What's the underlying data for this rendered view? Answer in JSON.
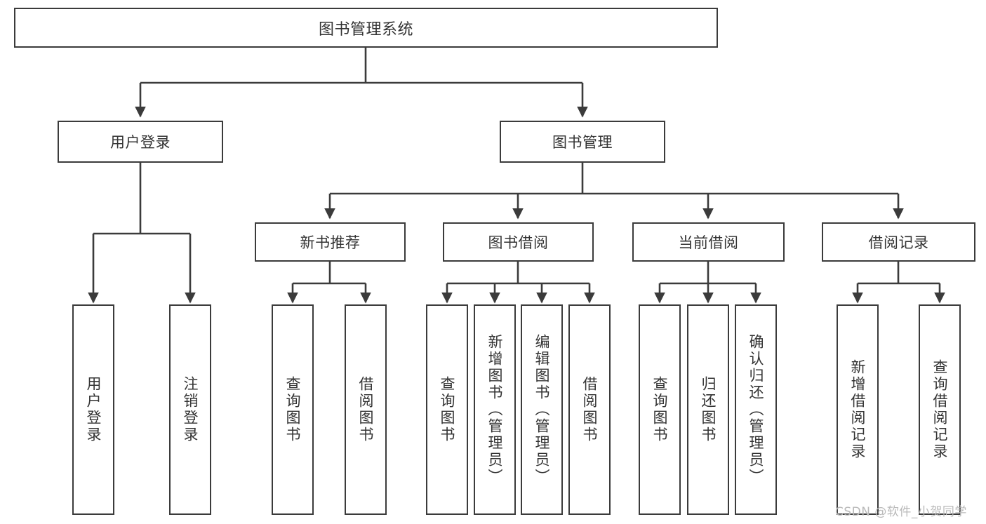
{
  "diagram": {
    "title": "图书管理系统",
    "type": "tree-hierarchy-diagram",
    "watermark": "CSDN @软件_小贺同学",
    "colors": {
      "stroke": "#3b3b3b",
      "text": "#333333",
      "background": "#ffffff",
      "watermark": "#b9b9b9"
    },
    "nodes": {
      "root": {
        "label": "图书管理系统"
      },
      "level1": [
        {
          "label": "用户登录"
        },
        {
          "label": "图书管理"
        }
      ],
      "level2": [
        {
          "label": "新书推荐"
        },
        {
          "label": "图书借阅"
        },
        {
          "label": "当前借阅"
        },
        {
          "label": "借阅记录"
        }
      ],
      "leaves": [
        {
          "label": "用户登录"
        },
        {
          "label": "注销登录"
        },
        {
          "label": "查询图书"
        },
        {
          "label": "借阅图书"
        },
        {
          "label": "查询图书"
        },
        {
          "label": "新增图书（管理员）"
        },
        {
          "label": "编辑图书（管理员）"
        },
        {
          "label": "借阅图书"
        },
        {
          "label": "查询图书"
        },
        {
          "label": "归还图书"
        },
        {
          "label": "确认归还（管理员）"
        },
        {
          "label": "新增借阅记录"
        },
        {
          "label": "查询借阅记录"
        }
      ]
    }
  }
}
